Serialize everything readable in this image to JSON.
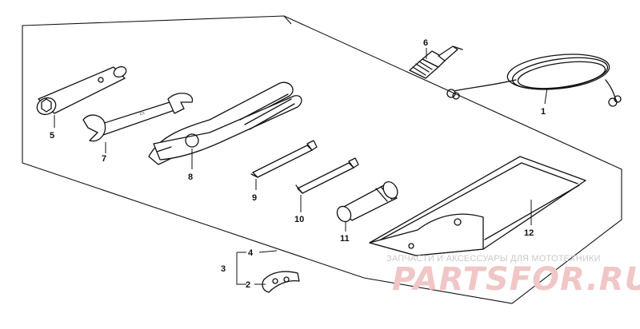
{
  "diagram": {
    "callouts": [
      "1",
      "2",
      "3",
      "4",
      "5",
      "6",
      "7",
      "8",
      "9",
      "10",
      "11",
      "12"
    ]
  },
  "watermark": {
    "caption": "ЗАПЧАСТИ И АКСЕССУАРЫ ДЛЯ МОТОТЕХНИКИ",
    "logo_text": "PARTSFOR.RU",
    "color": "#f1c6c6"
  }
}
